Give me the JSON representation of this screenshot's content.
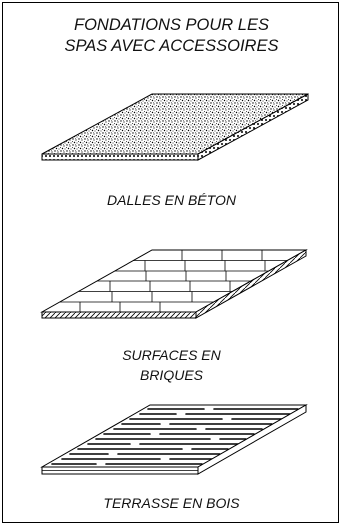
{
  "title": {
    "line1": "FONDATIONS POUR LES",
    "line2": "SPAS AVEC ACCESSOIRES"
  },
  "items": [
    {
      "label_line1": "DALLES EN BÉTON",
      "label_line2": "",
      "icon": "concrete-slab-icon"
    },
    {
      "label_line1": "SURFACES EN",
      "label_line2": "BRIQUES",
      "icon": "brick-surface-icon"
    },
    {
      "label_line1": "TERRASSE EN BOIS",
      "label_line2": "",
      "icon": "wood-deck-icon"
    }
  ],
  "colors": {
    "ink": "#000000",
    "background": "#ffffff"
  }
}
